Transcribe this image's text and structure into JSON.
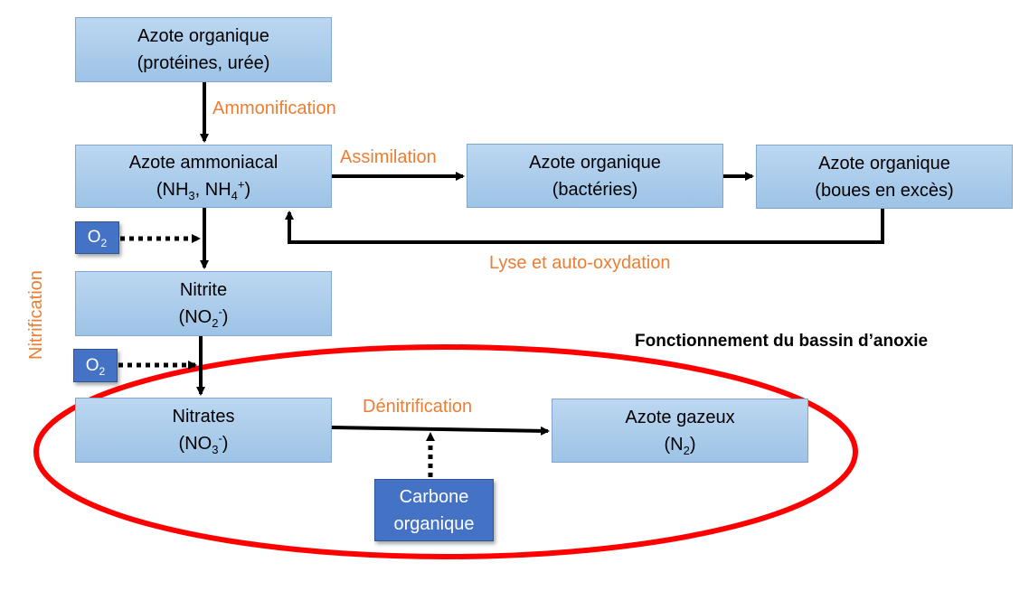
{
  "boxes": {
    "organic": {
      "line1": "Azote organique",
      "line2": "(protéines, urée)"
    },
    "ammoniacal": {
      "line1": "Azote ammoniacal",
      "line2_pre": "(NH",
      "sub1": "3",
      "line2_mid": ", NH",
      "sub2": "4",
      "sup2": "+",
      "line2_post": ")"
    },
    "bacteria": {
      "line1": "Azote organique",
      "line2": "(bactéries)"
    },
    "sludge": {
      "line1": "Azote organique",
      "line2": "(boues en excès)"
    },
    "nitrite": {
      "line1": "Nitrite",
      "line2_pre": "(NO",
      "sub": "2",
      "sup": "-",
      "line2_post": ")"
    },
    "nitrates": {
      "line1": "Nitrates",
      "line2_pre": "(NO",
      "sub": "3",
      "sup": "-",
      "line2_post": ")"
    },
    "gas": {
      "line1": "Azote gazeux",
      "line2_pre": "(N",
      "sub": "2",
      "line2_post": ")"
    },
    "o2_top": {
      "text": "O",
      "sub": "2"
    },
    "o2_bottom": {
      "text": "O",
      "sub": "2"
    },
    "carbon": {
      "line1": "Carbone",
      "line2": "organique"
    }
  },
  "labels": {
    "ammonification": "Ammonification",
    "assimilation": "Assimilation",
    "lysis": "Lyse et auto-oxydation",
    "nitrification": "Nitrification",
    "denitrification": "Dénitrification",
    "anoxic_title": "Fonctionnement du bassin d’anoxie"
  },
  "colors": {
    "box_fill": "#9dc3e6",
    "dark_box_fill": "#4472c4",
    "label": "#ed7d31",
    "ellipse": "#ff0000",
    "arrow": "#000000"
  }
}
